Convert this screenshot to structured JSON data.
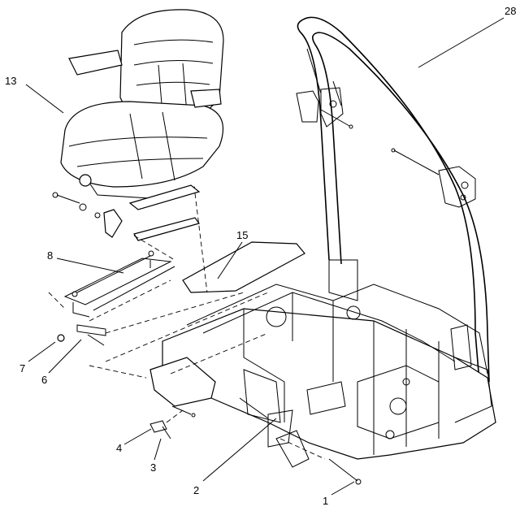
{
  "callouts": [
    {
      "id": "c28",
      "text": "28"
    },
    {
      "id": "c13",
      "text": "13"
    },
    {
      "id": "c15",
      "text": "15"
    },
    {
      "id": "c8",
      "text": "8"
    },
    {
      "id": "c7",
      "text": "7"
    },
    {
      "id": "c6",
      "text": "6"
    },
    {
      "id": "c4",
      "text": "4"
    },
    {
      "id": "c3",
      "text": "3"
    },
    {
      "id": "c2",
      "text": "2"
    },
    {
      "id": "c1",
      "text": "1"
    }
  ]
}
